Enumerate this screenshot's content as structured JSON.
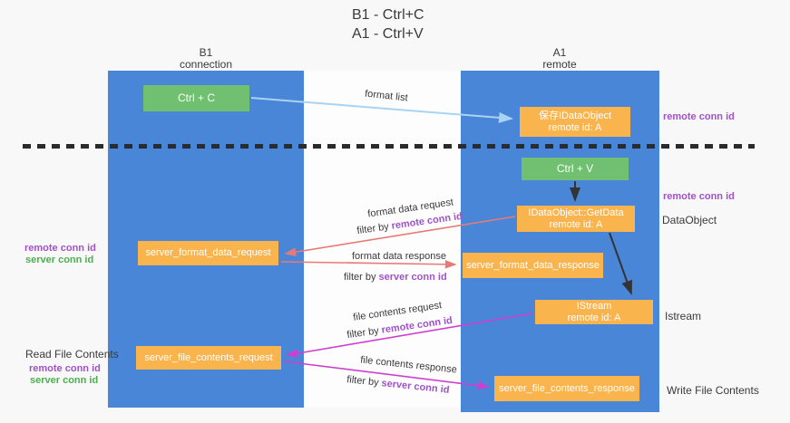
{
  "title": {
    "line1": "B1 - Ctrl+C",
    "line2": "A1 - Ctrl+V"
  },
  "columns": {
    "left": {
      "name": "B1",
      "role": "connection"
    },
    "right": {
      "name": "A1",
      "role": "remote"
    }
  },
  "boxes": {
    "ctrl_c": "Ctrl + C",
    "ctrl_v": "Ctrl + V",
    "save_idataobject": {
      "line1": "保存IDataObject",
      "line2": "remote id: A"
    },
    "getdata": {
      "line1": "IDataObject::GetData",
      "line2": "remote id: A"
    },
    "istream": {
      "line1": "IStream",
      "line2": "remote id: A"
    },
    "server_format_data_request": "server_format_data_request",
    "server_format_data_response": "server_format_data_response",
    "server_file_contents_request": "server_file_contents_request",
    "server_file_contents_response": "server_file_contents_response"
  },
  "arrow_labels": {
    "format_list": "format list",
    "format_data_request": "format data request",
    "format_data_response": "format data response",
    "file_contents_request": "file contents request",
    "file_contents_response": "file contents response",
    "filter_by": "filter by",
    "remote_conn_id": "remote conn id",
    "server_conn_id": "server conn id"
  },
  "side_labels": {
    "remote_conn_id": "remote conn id",
    "server_conn_id": "server conn id",
    "dataobject": "DataObject",
    "istream": "Istream",
    "read_file_contents": "Read File Contents",
    "write_file_contents": "Write File Contents"
  },
  "colors": {
    "lane_blue": "#4a86d8",
    "box_green": "#71bf70",
    "box_orange": "#f9b44d",
    "arrow_light_blue": "#a8d3f2",
    "arrow_red": "#e87a76",
    "arrow_magenta": "#cf3fcf",
    "arrow_black": "#333333",
    "text_purple": "#a052c8",
    "text_green": "#4caf50"
  }
}
